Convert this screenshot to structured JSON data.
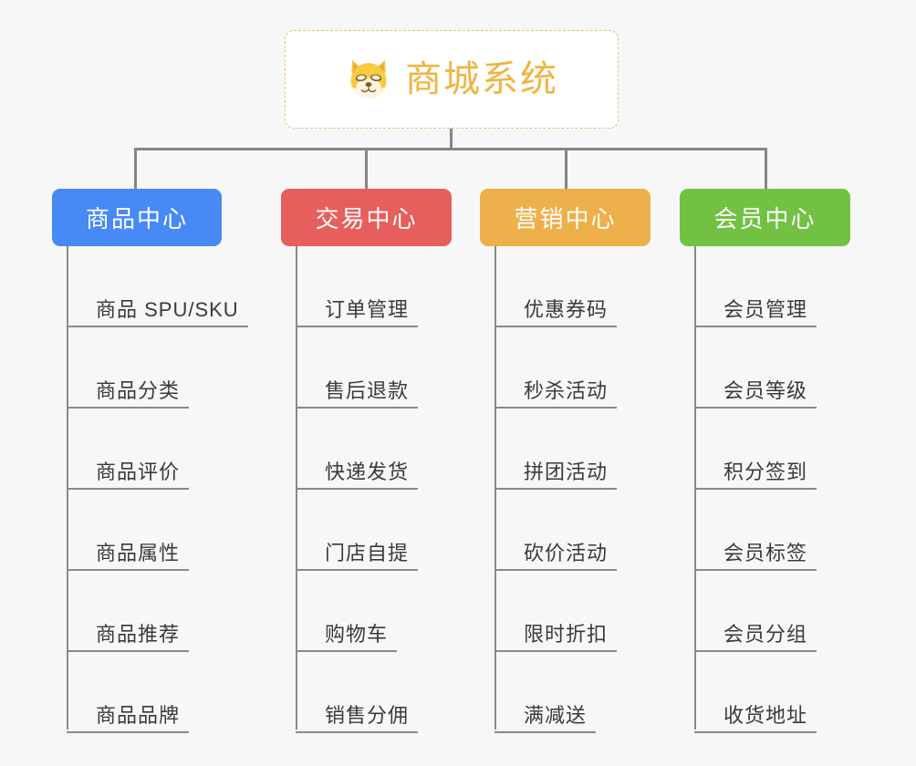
{
  "root": {
    "title": "商城系统",
    "icon": "shiba-dog-face-icon",
    "text_color": "#f0b441",
    "border_color": "#eac07a",
    "background": "#ffffff"
  },
  "canvas": {
    "background": "#f7f7f7",
    "connector_color": "#858585"
  },
  "columns": [
    {
      "header": "商品中心",
      "color": "#4789f5",
      "items": [
        "商品 SPU/SKU",
        "商品分类",
        "商品评价",
        "商品属性",
        "商品推荐",
        "商品品牌"
      ]
    },
    {
      "header": "交易中心",
      "color": "#e65f5c",
      "items": [
        "订单管理",
        "售后退款",
        "快递发货",
        "门店自提",
        "购物车",
        "销售分佣"
      ]
    },
    {
      "header": "营销中心",
      "color": "#eeb04a",
      "items": [
        "优惠券码",
        "秒杀活动",
        "拼团活动",
        "砍价活动",
        "限时折扣",
        "满减送"
      ]
    },
    {
      "header": "会员中心",
      "color": "#72c143",
      "items": [
        "会员管理",
        "会员等级",
        "积分签到",
        "会员标签",
        "会员分组",
        "收货地址"
      ]
    }
  ]
}
